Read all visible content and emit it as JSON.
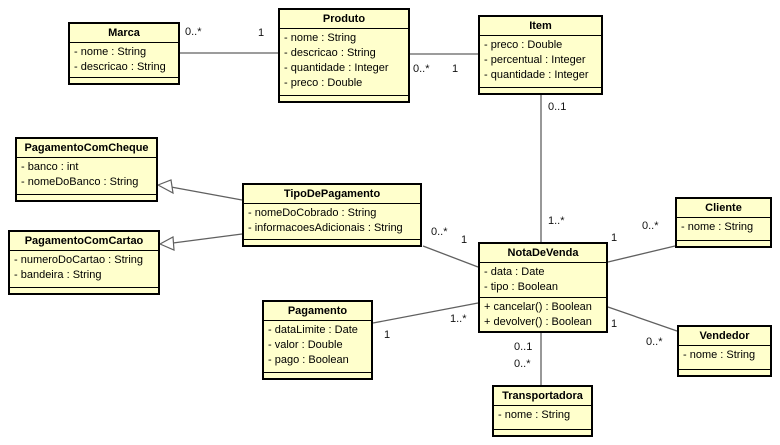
{
  "diagram": {
    "kind": "uml-class-diagram",
    "background_color": "#ffffff",
    "class_fill_color": "#ffffcc",
    "class_border_color": "#000000",
    "relationship_line_color": "#606060"
  },
  "classes": [
    {
      "name": "Marca",
      "attributes": [
        "- nome : String",
        "- descricao : String"
      ],
      "operations": []
    },
    {
      "name": "Produto",
      "attributes": [
        "- nome : String",
        "- descricao : String",
        "- quantidade : Integer",
        "- preco : Double"
      ],
      "operations": []
    },
    {
      "name": "Item",
      "attributes": [
        "- preco : Double",
        "- percentual : Integer",
        "- quantidade : Integer"
      ],
      "operations": []
    },
    {
      "name": "PagamentoComCheque",
      "attributes": [
        "- banco : int",
        "- nomeDoBanco : String"
      ],
      "operations": []
    },
    {
      "name": "TipoDePagamento",
      "attributes": [
        "- nomeDoCobrado : String",
        "- informacoesAdicionais : String"
      ],
      "operations": []
    },
    {
      "name": "PagamentoComCartao",
      "attributes": [
        "- numeroDoCartao : String",
        "- bandeira : String"
      ],
      "operations": []
    },
    {
      "name": "Cliente",
      "attributes": [
        "- nome : String"
      ],
      "operations": []
    },
    {
      "name": "NotaDeVenda",
      "attributes": [
        "- data : Date",
        "- tipo : Boolean"
      ],
      "operations": [
        "+ cancelar() : Boolean",
        "+ devolver() : Boolean"
      ]
    },
    {
      "name": "Vendedor",
      "attributes": [
        "- nome : String"
      ],
      "operations": []
    },
    {
      "name": "Pagamento",
      "attributes": [
        "- dataLimite : Date",
        "- valor : Double",
        "- pago : Boolean"
      ],
      "operations": []
    },
    {
      "name": "Transportadora",
      "attributes": [
        "- nome : String"
      ],
      "operations": []
    }
  ],
  "multiplicities": {
    "marca_produto": {
      "near_marca": "0..*",
      "near_produto": "1"
    },
    "produto_item": {
      "near_produto": "0..*",
      "near_item": "1"
    },
    "item_notadevenda": {
      "near_item": "0..1",
      "near_notadevenda": "1..*"
    },
    "tipodepagamento_notadevenda": {
      "near_tipodepagamento": "0..*",
      "near_notadevenda": "1"
    },
    "pagamento_notadevenda": {
      "near_pagamento": "1",
      "near_notadevenda": "1..*"
    },
    "notadevenda_cliente": {
      "near_notadevenda": "1",
      "near_cliente": "0..*"
    },
    "notadevenda_vendedor": {
      "near_notadevenda": "1",
      "near_vendedor": "0..*"
    },
    "notadevenda_transportadora": {
      "near_notadevenda": "0..1",
      "near_transportadora": "0..*"
    }
  }
}
